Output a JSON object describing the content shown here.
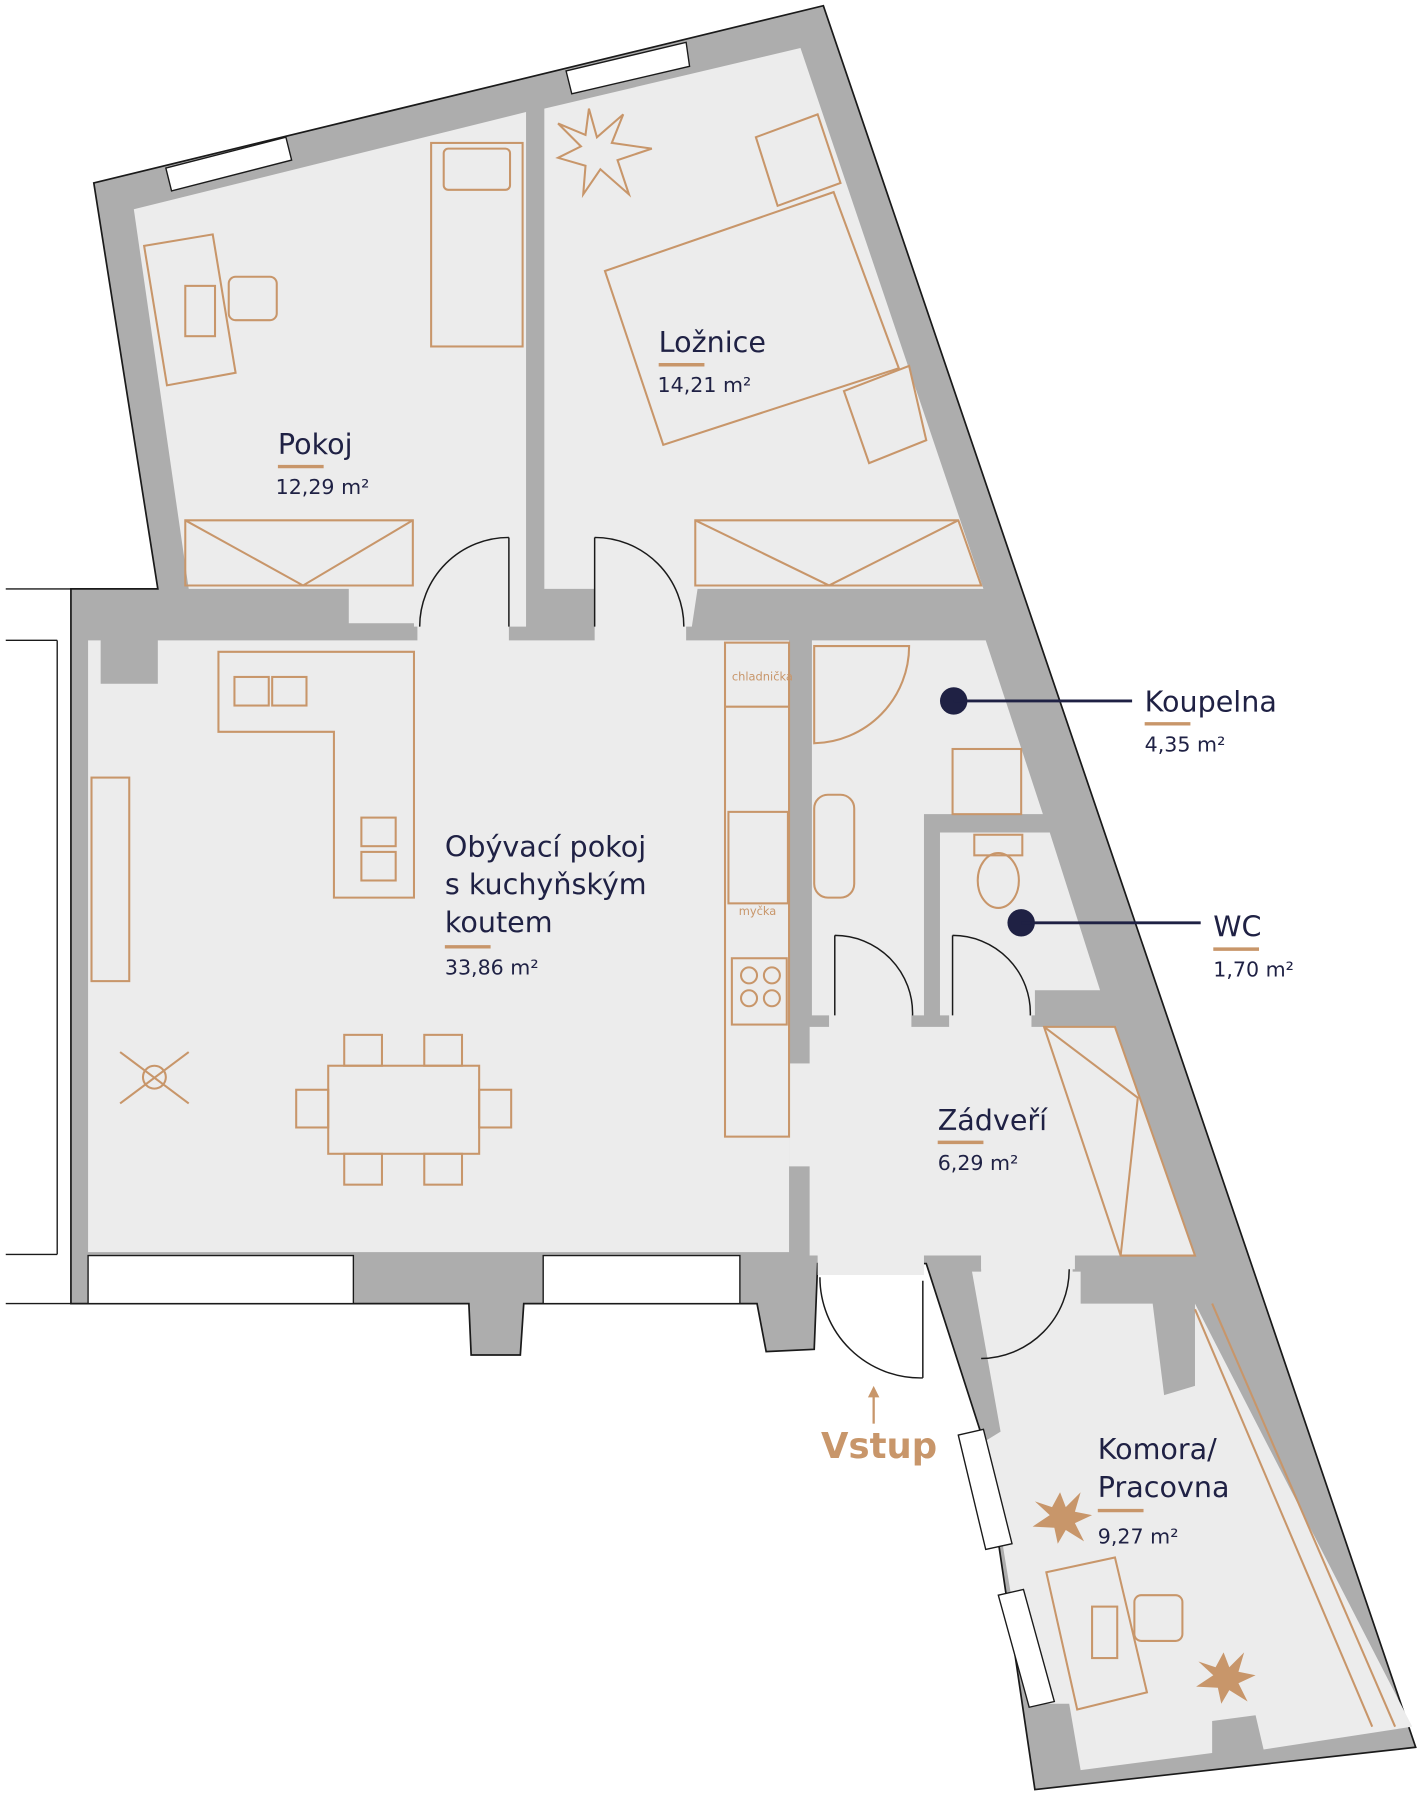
{
  "rooms": {
    "pokoj": {
      "name": "Pokoj",
      "area": "12,29 m²"
    },
    "loznice": {
      "name": "Ložnice",
      "area": "14,21 m²"
    },
    "obyvaci": {
      "name_lines": [
        "Obývací pokoj",
        "s kuchyňským",
        "koutem"
      ],
      "area": "33,86 m²"
    },
    "koupelna": {
      "name": "Koupelna",
      "area": "4,35 m²"
    },
    "wc": {
      "name": "WC",
      "area": "1,70 m²"
    },
    "zadveri": {
      "name": "Zádveří",
      "area": "6,29 m²"
    },
    "komora": {
      "name_lines": [
        "Komora/",
        "Pracovna"
      ],
      "area": "9,27 m²"
    }
  },
  "kitchen": {
    "fridge_label": "chladnička",
    "dishwasher_label": "myčka"
  },
  "entrance": {
    "label": "Vstup"
  },
  "colors": {
    "wall": "#adadad",
    "floor": "#ececec",
    "furniture": "#c8966a",
    "text": "#1f2144"
  }
}
